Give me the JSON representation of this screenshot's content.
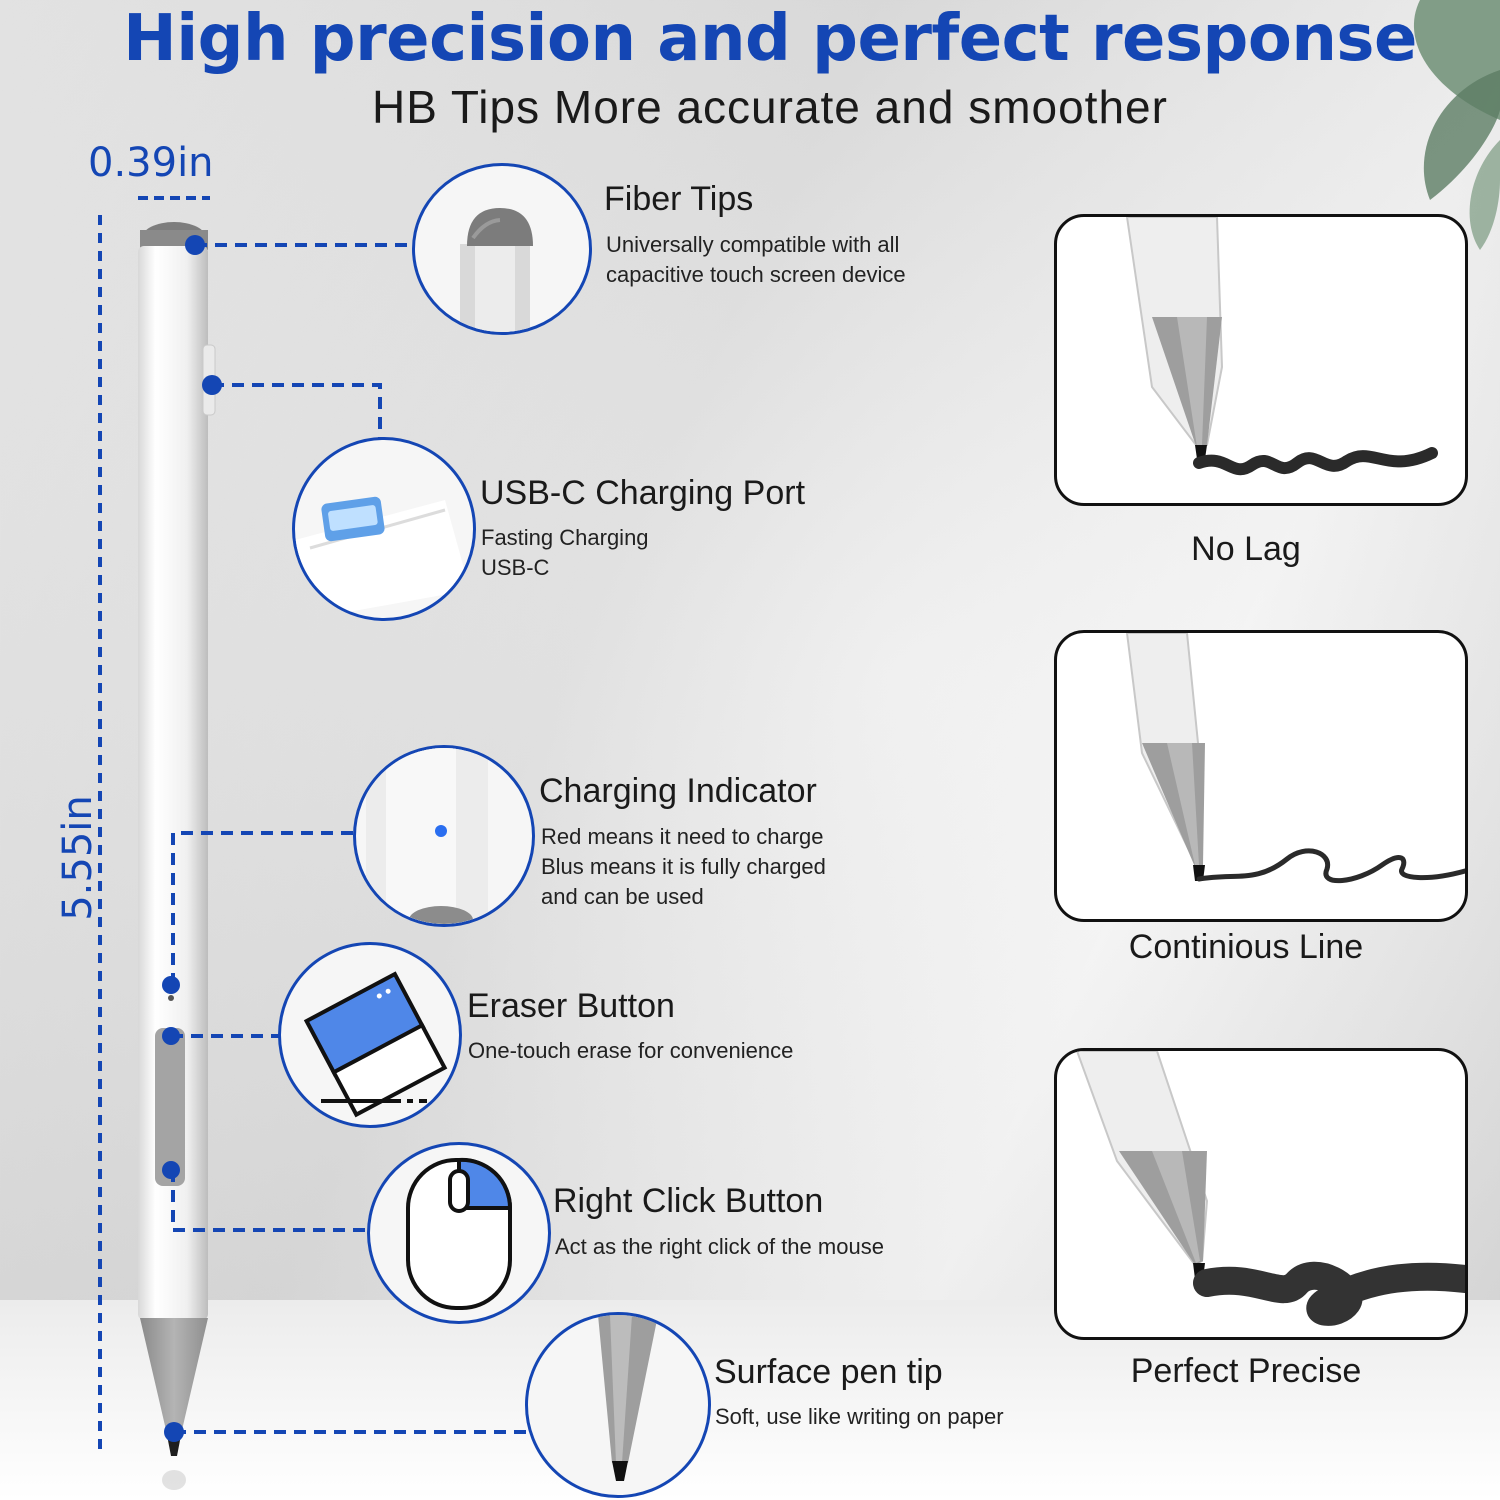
{
  "header": {
    "title": "High precision and perfect response",
    "subtitle": "HB Tips More accurate and smoother"
  },
  "dimensions": {
    "width": "0.39in",
    "length": "5.55in"
  },
  "features": [
    {
      "title": "Fiber Tips",
      "desc": [
        "Universally compatible with all",
        "capacitive touch screen device"
      ]
    },
    {
      "title": "USB-C Charging Port",
      "desc": [
        "Fasting Charging",
        "USB-C"
      ]
    },
    {
      "title": "Charging Indicator",
      "desc": [
        "Red means it need to charge",
        "Blus means it is fully charged",
        "and can be used"
      ]
    },
    {
      "title": "Eraser Button",
      "desc": [
        "One-touch erase for convenience"
      ]
    },
    {
      "title": "Right Click Button",
      "desc": [
        "Act as the right click of the mouse"
      ]
    },
    {
      "title": "Surface pen tip",
      "desc": [
        "Soft, use like writing on paper"
      ]
    }
  ],
  "panels": [
    {
      "label": "No Lag"
    },
    {
      "label": "Continious Line"
    },
    {
      "label": "Perfect Precise"
    }
  ],
  "colors": {
    "accent": "#1446b4",
    "pen_body": "#f4f4f4",
    "pen_tip": "#9a9a9a",
    "ink": "#222222"
  },
  "icons": [
    "fiber-tip-icon",
    "usb-c-icon",
    "charging-led-icon",
    "eraser-icon",
    "mouse-icon",
    "pen-tip-icon"
  ]
}
